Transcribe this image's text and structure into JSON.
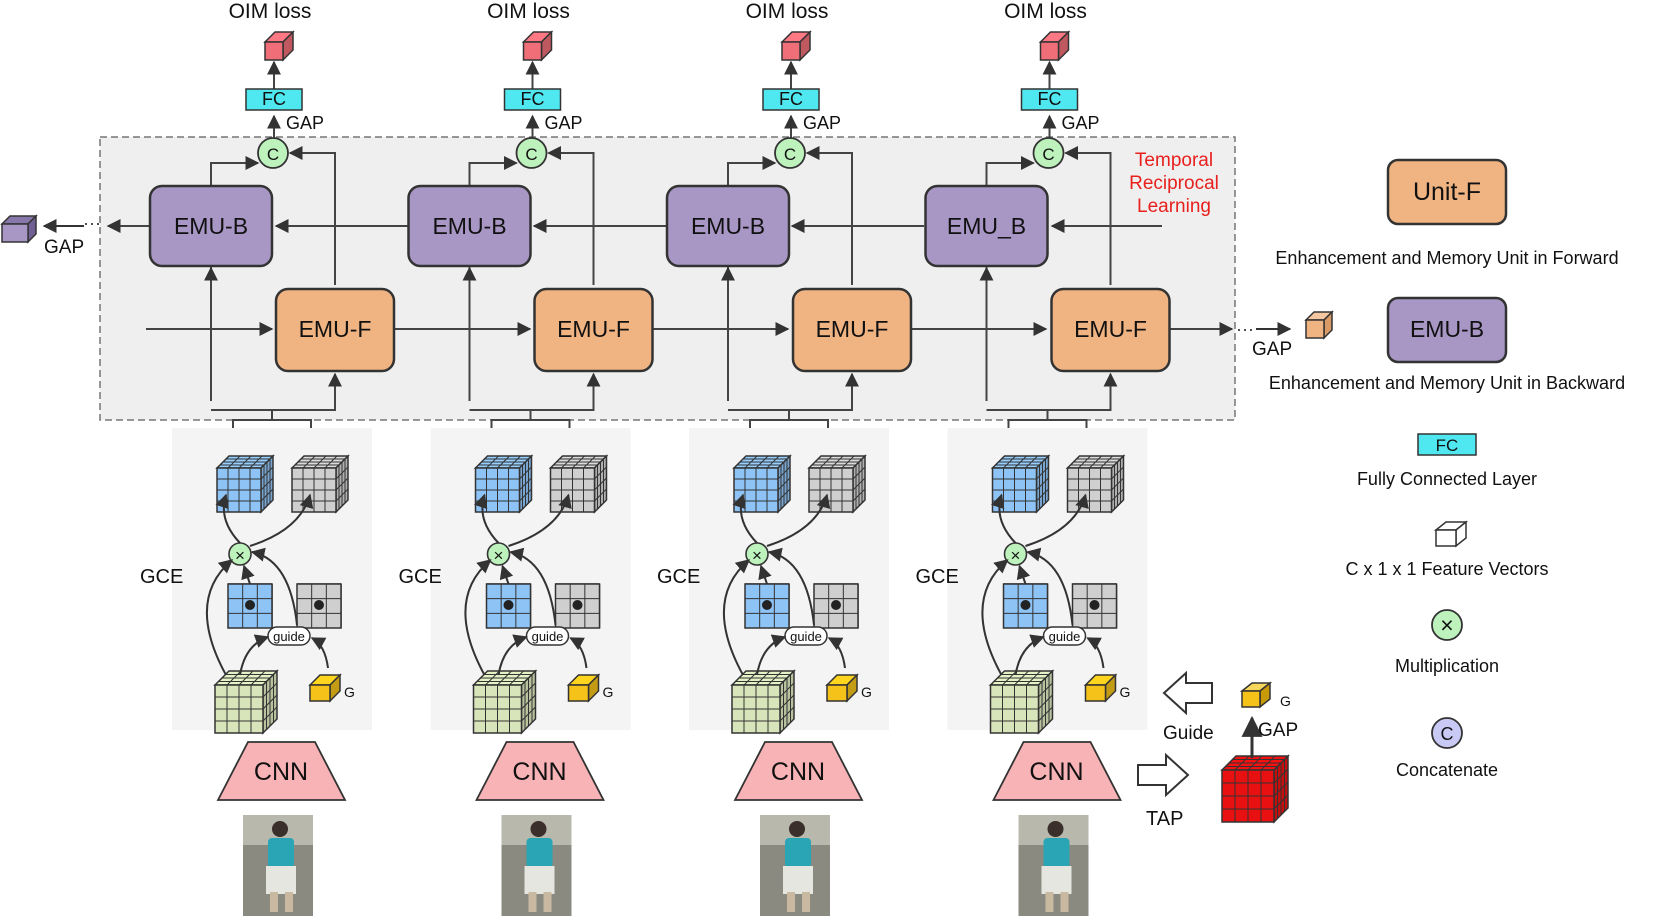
{
  "columns": [
    {
      "loss": "OIM loss",
      "fc": "FC",
      "gap": "GAP",
      "concat": "C",
      "emu_b": "EMU-B",
      "emu_f": "EMU-F",
      "gce": "GCE",
      "guide": "guide",
      "g": "G",
      "cnn": "CNN"
    },
    {
      "loss": "OIM loss",
      "fc": "FC",
      "gap": "GAP",
      "concat": "C",
      "emu_b": "EMU-B",
      "emu_f": "EMU-F",
      "gce": "GCE",
      "guide": "guide",
      "g": "G",
      "cnn": "CNN"
    },
    {
      "loss": "OIM loss",
      "fc": "FC",
      "gap": "GAP",
      "concat": "C",
      "emu_b": "EMU-B",
      "emu_f": "EMU-F",
      "gce": "GCE",
      "guide": "guide",
      "g": "G",
      "cnn": "CNN"
    },
    {
      "loss": "OIM loss",
      "fc": "FC",
      "gap": "GAP",
      "concat": "C",
      "emu_b": "EMU_B",
      "emu_f": "EMU-F",
      "gce": "GCE",
      "guide": "guide",
      "g": "G",
      "cnn": "CNN"
    }
  ],
  "temporal_label": [
    "Temporal",
    "Reciprocal",
    "Learning"
  ],
  "left_output_gap": "GAP",
  "right_output_gap": "GAP",
  "multiply_symbol": "×",
  "tap_section": {
    "guide": "Guide",
    "tap": "TAP",
    "gap": "GAP",
    "g": "G"
  },
  "legend": {
    "unit_f": "Unit-F",
    "unit_f_desc": "Enhancement and Memory Unit in Forward",
    "emu_b": "EMU-B",
    "emu_b_desc": "Enhancement and Memory Unit in Backward",
    "fc": "FC",
    "fc_desc": "Fully Connected Layer",
    "feature_desc": "C x 1 x 1 Feature Vectors",
    "mult_desc": "Multiplication",
    "concat": "C",
    "concat_desc": "Concatenate"
  },
  "colors": {
    "emu_f": "#f0b482",
    "emu_b": "#a897c5",
    "fc": "#4fe8f0",
    "concat": "#bdf2bd",
    "multiply": "#bdf2bd",
    "concat_legend": "#c9c9f5",
    "loss_cube": "#f06e78",
    "cube_blue": "#8ec3f5",
    "cube_gray": "#cfcfcf",
    "cube_green": "#d8e4ba",
    "cube_yellow": "#f5c21a",
    "cube_red": "#e81010",
    "cnn": "#f7b3b5",
    "temporal_text": "#e8201e",
    "trl_bg": "#efefef",
    "gce_bg": "#f4f4f4"
  }
}
